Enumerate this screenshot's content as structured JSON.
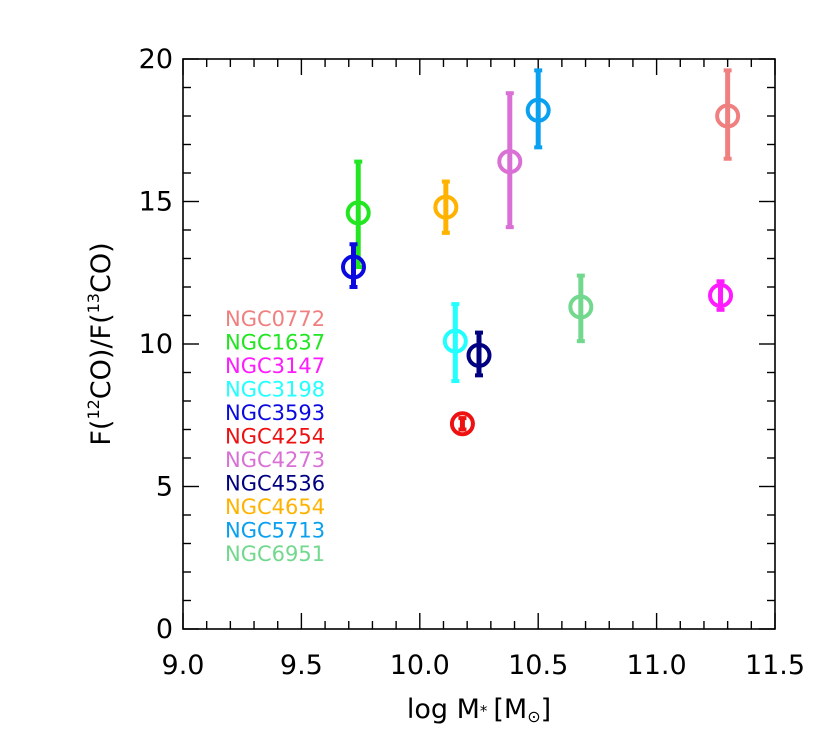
{
  "chart_data": {
    "type": "scatter",
    "xlabel": "log M",
    "xlabel_sub": "*",
    "xlabel_unit_prefix": "[M",
    "xlabel_unit_sub": "⊙",
    "xlabel_unit_suffix": "]",
    "ylabel_prefix": "F(",
    "ylabel_iso1": "12",
    "ylabel_mid": "CO)/F(",
    "ylabel_iso2": "13",
    "ylabel_suffix": "CO)",
    "xlim": [
      9.0,
      11.5
    ],
    "ylim": [
      0,
      20
    ],
    "xticks": [
      "9.0",
      "9.5",
      "10.0",
      "10.5",
      "11.0",
      "11.5"
    ],
    "yticks": [
      "0",
      "5",
      "10",
      "15",
      "20"
    ],
    "legend_position": "left",
    "series": [
      {
        "name": "NGC0772",
        "color": "#f08080",
        "x": 11.3,
        "y": 18.0,
        "ylow": 16.5,
        "yhigh": 19.6
      },
      {
        "name": "NGC1637",
        "color": "#22e622",
        "x": 9.74,
        "y": 14.6,
        "ylow": 12.7,
        "yhigh": 16.4
      },
      {
        "name": "NGC3147",
        "color": "#ff1aff",
        "x": 11.27,
        "y": 11.7,
        "ylow": 11.2,
        "yhigh": 12.2
      },
      {
        "name": "NGC3198",
        "color": "#22ffff",
        "x": 10.15,
        "y": 10.1,
        "ylow": 8.7,
        "yhigh": 11.4
      },
      {
        "name": "NGC3593",
        "color": "#0a0ae0",
        "x": 9.72,
        "y": 12.7,
        "ylow": 12.0,
        "yhigh": 13.5
      },
      {
        "name": "NGC4254",
        "color": "#ee1111",
        "x": 10.18,
        "y": 7.2,
        "ylow": 7.0,
        "yhigh": 7.4
      },
      {
        "name": "NGC4273",
        "color": "#da70d6",
        "x": 10.38,
        "y": 16.4,
        "ylow": 14.1,
        "yhigh": 18.8
      },
      {
        "name": "NGC4536",
        "color": "#000080",
        "x": 10.25,
        "y": 9.6,
        "ylow": 8.9,
        "yhigh": 10.4
      },
      {
        "name": "NGC4654",
        "color": "#ffb300",
        "x": 10.11,
        "y": 14.8,
        "ylow": 13.9,
        "yhigh": 15.7
      },
      {
        "name": "NGC5713",
        "color": "#0aa0f0",
        "x": 10.5,
        "y": 18.2,
        "ylow": 16.9,
        "yhigh": 19.6
      },
      {
        "name": "NGC6951",
        "color": "#72d88e",
        "x": 10.68,
        "y": 11.3,
        "ylow": 10.1,
        "yhigh": 12.4
      }
    ]
  }
}
